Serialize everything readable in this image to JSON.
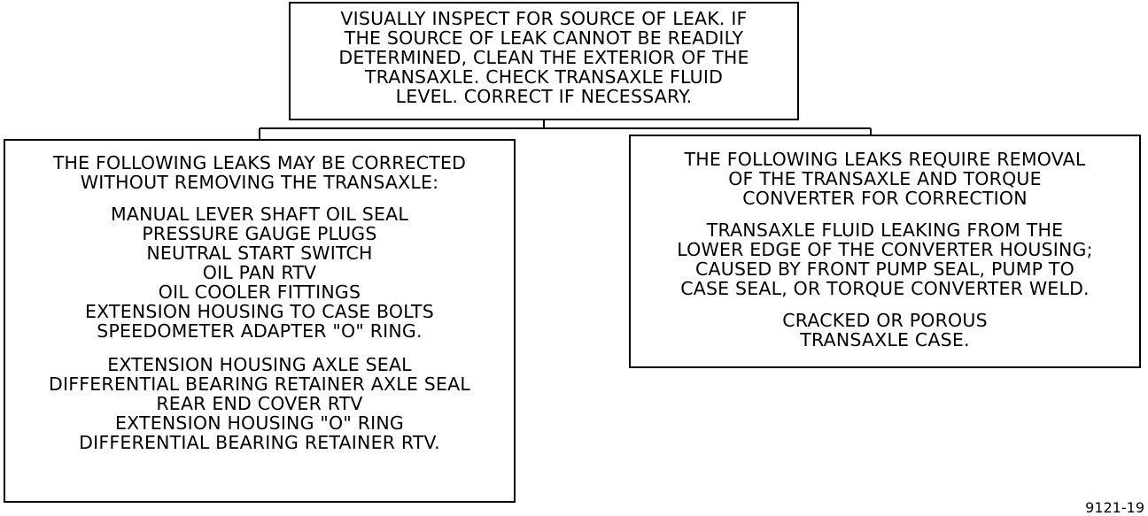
{
  "top": {
    "lines": [
      "VISUALLY INSPECT FOR SOURCE OF LEAK. IF",
      "THE SOURCE OF LEAK CANNOT BE READILY",
      "DETERMINED, CLEAN THE EXTERIOR OF THE",
      "TRANSAXLE. CHECK TRANSAXLE FLUID",
      "LEVEL. CORRECT IF NECESSARY."
    ]
  },
  "left": {
    "heading": [
      "THE FOLLOWING LEAKS MAY BE CORRECTED",
      "WITHOUT REMOVING THE TRANSAXLE:"
    ],
    "group1": [
      "MANUAL LEVER SHAFT OIL SEAL",
      "PRESSURE GAUGE PLUGS",
      "NEUTRAL START SWITCH",
      "OIL PAN RTV",
      "OIL COOLER FITTINGS",
      "EXTENSION HOUSING TO CASE BOLTS",
      "SPEEDOMETER ADAPTER \"O\" RING."
    ],
    "group2": [
      "EXTENSION HOUSING AXLE SEAL",
      "DIFFERENTIAL BEARING RETAINER AXLE SEAL",
      "REAR END COVER RTV",
      "EXTENSION HOUSING \"O\" RING",
      "DIFFERENTIAL BEARING RETAINER RTV."
    ]
  },
  "right": {
    "heading": [
      "THE FOLLOWING LEAKS REQUIRE REMOVAL",
      "OF THE TRANSAXLE AND TORQUE",
      "CONVERTER FOR CORRECTION"
    ],
    "group1": [
      "TRANSAXLE FLUID LEAKING FROM THE",
      "LOWER EDGE OF THE CONVERTER HOUSING;",
      "CAUSED BY FRONT PUMP SEAL, PUMP TO",
      "CASE SEAL, OR TORQUE CONVERTER WELD."
    ],
    "group2": [
      "CRACKED OR POROUS",
      "TRANSAXLE CASE."
    ]
  },
  "figure_code": "9121-19"
}
